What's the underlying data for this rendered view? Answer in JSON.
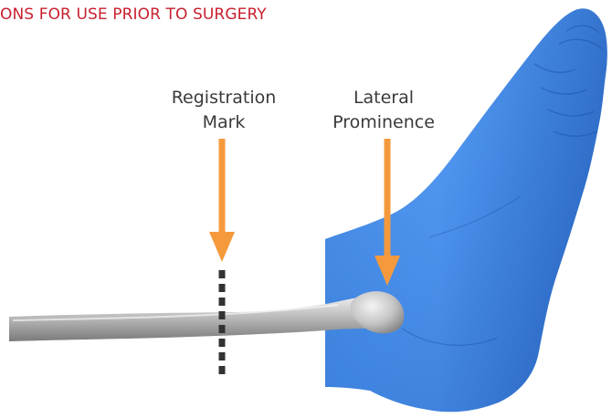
{
  "header": {
    "text": "ONS FOR USE PRIOR TO SURGERY",
    "color": "#c8202f"
  },
  "callouts": {
    "registration": {
      "line1": "Registration",
      "line2": "Mark"
    },
    "lateral": {
      "line1": "Lateral",
      "line2": "Prominence"
    }
  },
  "colors": {
    "foot": "#3f8ef0",
    "bone": "#b9b9b9",
    "arrow": "#f59a3c",
    "mark": "#333333"
  }
}
